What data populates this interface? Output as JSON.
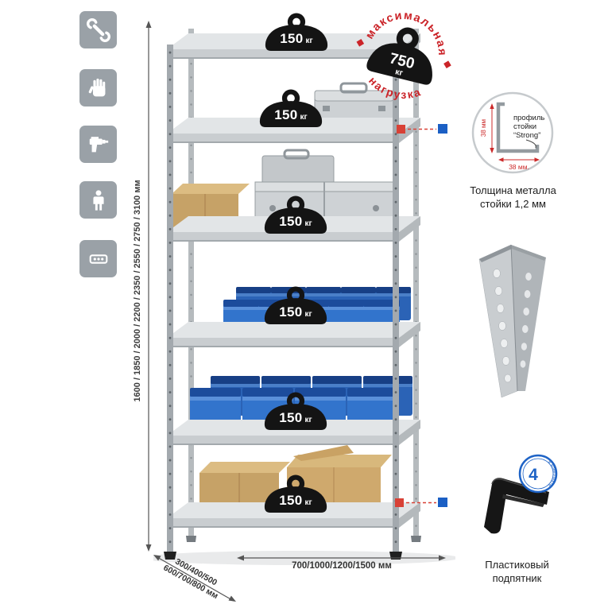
{
  "feature_icons": [
    {
      "name": "wrench-icon"
    },
    {
      "name": "gloves-icon"
    },
    {
      "name": "drill-icon"
    },
    {
      "name": "person-icon"
    },
    {
      "name": "perforated-post-icon"
    }
  ],
  "dimensions": {
    "height": "1600 / 1850 / 2000 / 2200 / 2350 / 2550 / 2750 / 3100 мм",
    "depth_line1": "300/400/500",
    "depth_line2": "600/700/800 мм",
    "width": "700/1000/1200/1500 мм"
  },
  "max_load_stamp": {
    "arc_top": "максимальная",
    "arc_bottom": "нагрузка",
    "value": "750",
    "unit": "кг"
  },
  "shelf_loads": [
    {
      "value": "150",
      "unit": "кг"
    },
    {
      "value": "150",
      "unit": "кг"
    },
    {
      "value": "150",
      "unit": "кг"
    },
    {
      "value": "150",
      "unit": "кг"
    },
    {
      "value": "150",
      "unit": "кг"
    },
    {
      "value": "150",
      "unit": "кг"
    }
  ],
  "profile_callout": {
    "dim_v": "38 мм",
    "dim_h": "38 мм.",
    "label1": "профиль",
    "label2": "стойки",
    "label3": "“Strong”",
    "caption1": "Толщина металла",
    "caption2": "стойки 1,2 мм"
  },
  "foot_callout": {
    "badge_number": "4",
    "badge_text": "в комплекте",
    "caption1": "Пластиковый",
    "caption2": "подпятник"
  },
  "colors": {
    "accent_red": "#cb2429",
    "accent_blue": "#1b5fc4",
    "icon_gray": "#9aa1a7",
    "metal_light": "#e2e5e7",
    "metal_mid": "#b4b9bc",
    "bin_blue": "#3274cc",
    "cardboard": "#c6a267",
    "weight_black": "#141414"
  }
}
